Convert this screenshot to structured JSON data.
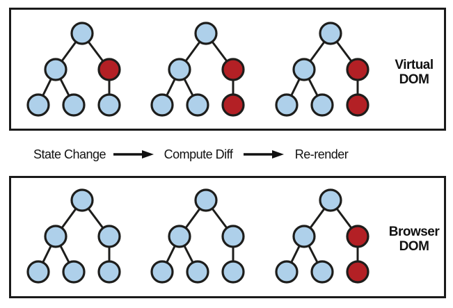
{
  "palette": {
    "node_blue": "#aed0ea",
    "node_red": "#b32025",
    "node_stroke": "#1d1d1b",
    "edge": "#1d1d1b",
    "box_border": "#1a1a1a",
    "text": "#111111",
    "background": "#ffffff"
  },
  "flow": {
    "steps": [
      "State Change",
      "Compute Diff",
      "Re-render"
    ]
  },
  "panels": [
    {
      "label": "Virtual\nDOM",
      "trees": [
        {
          "nodes": {
            "root": "blue",
            "left": "blue",
            "right": "red",
            "ll": "blue",
            "lr": "blue",
            "rc": "blue"
          }
        },
        {
          "nodes": {
            "root": "blue",
            "left": "blue",
            "right": "red",
            "ll": "blue",
            "lr": "blue",
            "rc": "red"
          }
        },
        {
          "nodes": {
            "root": "blue",
            "left": "blue",
            "right": "red",
            "ll": "blue",
            "lr": "blue",
            "rc": "red"
          }
        }
      ]
    },
    {
      "label": "Browser\nDOM",
      "trees": [
        {
          "nodes": {
            "root": "blue",
            "left": "blue",
            "right": "blue",
            "ll": "blue",
            "lr": "blue",
            "rc": "blue"
          }
        },
        {
          "nodes": {
            "root": "blue",
            "left": "blue",
            "right": "blue",
            "ll": "blue",
            "lr": "blue",
            "rc": "blue"
          }
        },
        {
          "nodes": {
            "root": "blue",
            "left": "blue",
            "right": "red",
            "ll": "blue",
            "lr": "blue",
            "rc": "red"
          }
        }
      ]
    }
  ]
}
